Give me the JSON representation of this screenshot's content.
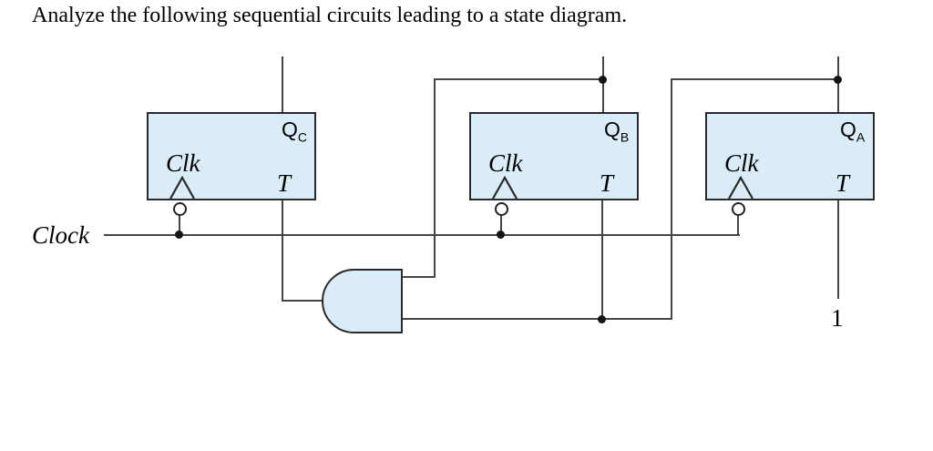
{
  "title": "Analyze the following sequential circuits leading to a state diagram.",
  "clock": {
    "label": "Clock"
  },
  "constant_input": {
    "label": "1"
  },
  "flip_flops": [
    {
      "clk_label": "Clk",
      "q_label": "Q",
      "q_subscript": "C",
      "t_label": "T"
    },
    {
      "clk_label": "Clk",
      "q_label": "Q",
      "q_subscript": "B",
      "t_label": "T"
    },
    {
      "clk_label": "Clk",
      "q_label": "Q",
      "q_subscript": "A",
      "t_label": "T"
    }
  ],
  "gate": {
    "type": "AND"
  },
  "colors": {
    "component_fill": "#daecf8",
    "component_border": "#2a2a2a",
    "wire": "#454545",
    "background": "#ffffff"
  }
}
